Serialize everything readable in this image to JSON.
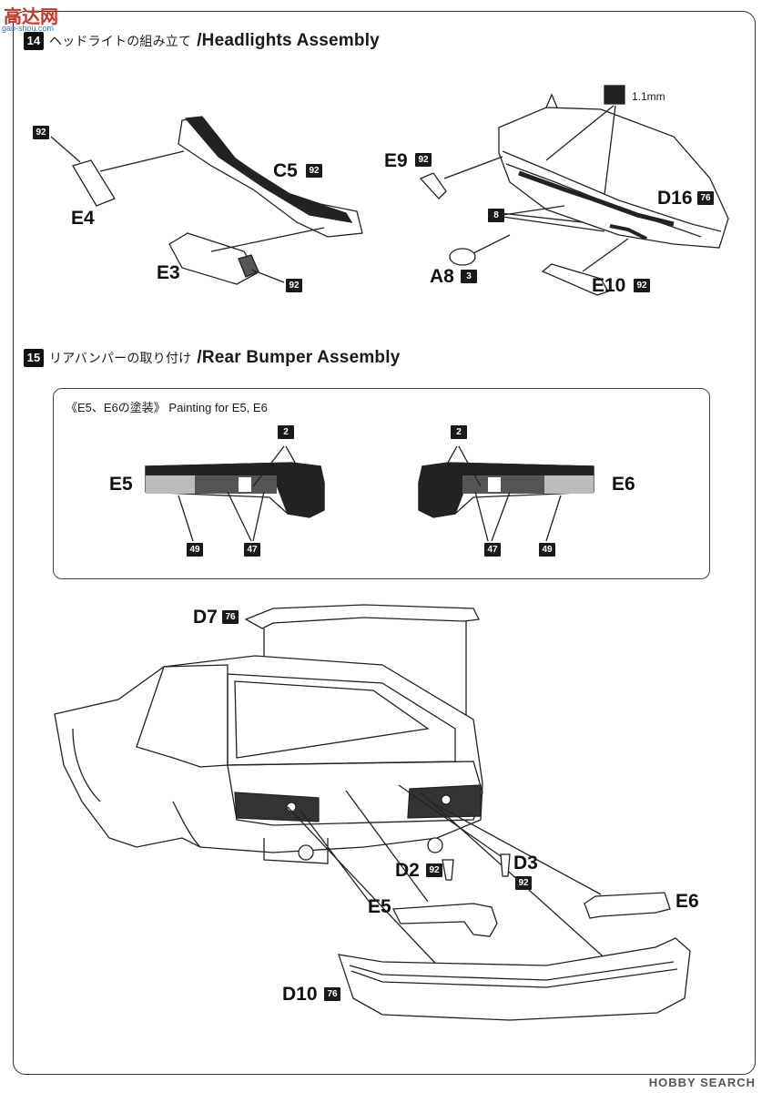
{
  "watermark": {
    "logo": "高达网",
    "url": "gao-shou.com"
  },
  "section14": {
    "number": "14",
    "title_jp": "ヘッドライトの組み立て",
    "title_en": "/Headlights Assembly"
  },
  "section15": {
    "number": "15",
    "title_jp": "リアバンパーの取り付け",
    "title_en": "/Rear Bumper Assembly"
  },
  "headlight_parts": {
    "e4": "E4",
    "e3": "E3",
    "c5": "C5",
    "e9": "E9",
    "d16": "D16",
    "a8": "A8",
    "e10": "E10",
    "thickness": "1.1mm"
  },
  "paint_box": {
    "title": "《E5、E6の塗装》 Painting for E5, E6",
    "e5": "E5",
    "e6": "E6"
  },
  "rear_parts": {
    "d7": "D7",
    "d2": "D2",
    "d3": "D3",
    "e5": "E5",
    "e6": "E6",
    "d10": "D10"
  },
  "color_codes": {
    "e4_code": "92",
    "e3_code": "92",
    "c5_code": "92",
    "e9_code": "92",
    "d16_code": "76",
    "a8_code": "3",
    "e10_code": "92",
    "e_8": "8",
    "e5_top": "2",
    "e5_left": "49",
    "e5_mid": "47",
    "e6_top": "2",
    "e6_right": "49",
    "e6_mid": "47",
    "d7_code": "76",
    "d2_code": "92",
    "d3_code": "92",
    "d10_code": "76"
  },
  "footer": "HOBBY SEARCH"
}
